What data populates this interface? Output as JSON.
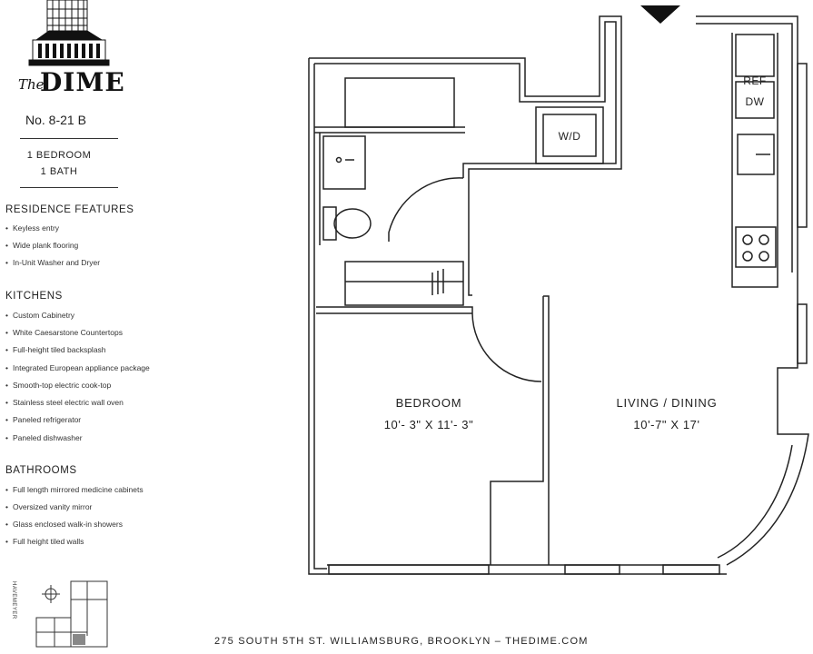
{
  "brand": {
    "the": "The",
    "name": "DIME"
  },
  "unit_number": "No. 8-21 B",
  "unit_size": {
    "bedrooms": "1 BEDROOM",
    "baths": "1 BATH"
  },
  "sections": [
    {
      "heading": "RESIDENCE FEATURES",
      "items": [
        "Keyless entry",
        "Wide plank flooring",
        "In-Unit Washer and Dryer"
      ]
    },
    {
      "heading": "KITCHENS",
      "items": [
        "Custom Cabinetry",
        "White Caesarstone Countertops",
        "Full-height tiled backsplash",
        "Integrated European appliance package",
        "Smooth-top electric cook-top",
        "Stainless steel electric wall oven",
        "Paneled refrigerator",
        "Paneled dishwasher"
      ]
    },
    {
      "heading": "BATHROOMS",
      "items": [
        "Full length mirrored medicine cabinets",
        "Oversized vanity mirror",
        "Glass enclosed walk-in showers",
        "Full height tiled walls"
      ]
    }
  ],
  "rooms": {
    "bedroom": {
      "name": "BEDROOM",
      "dims": "10'- 3\" X 11'- 3\""
    },
    "living": {
      "name": "LIVING / DINING",
      "dims": "10'-7\" X 17'"
    }
  },
  "appliances": {
    "ref": "REF",
    "dw": "DW",
    "wd": "W/D"
  },
  "keyplan": {
    "street": "HAVEMEYER"
  },
  "footer": "275 SOUTH 5TH ST. WILLIAMSBURG, BROOKLYN – THEDIME.COM"
}
